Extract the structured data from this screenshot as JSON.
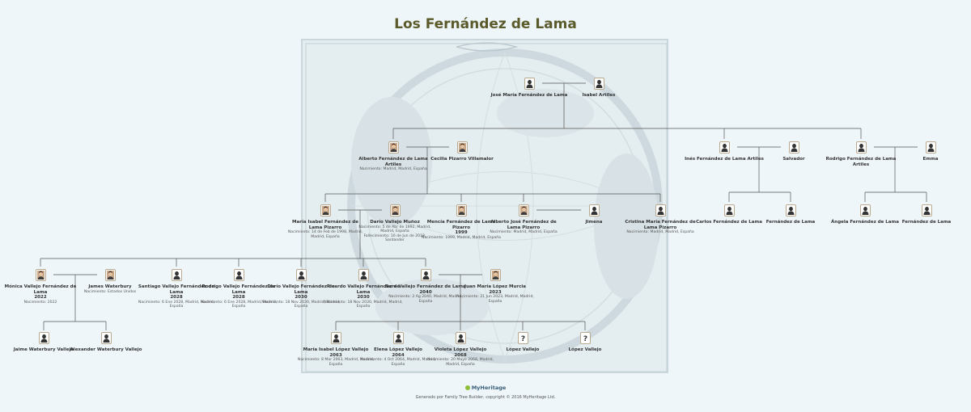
{
  "title": "Los Fernández de Lama",
  "brand": "MyHeritage",
  "credit": "Generado por Family Tree Builder, copyright © 2016 MyHeritage Ltd.",
  "colors": {
    "background": "#eef6fa",
    "line": "#555555",
    "title": "#5a5a2a",
    "frame": "#b9a98e"
  },
  "people": [
    {
      "id": "jose",
      "name": "José María Fernández de Lama",
      "details": "",
      "icon": "silhouette-icon"
    },
    {
      "id": "isabel",
      "name": "Isabel Artiles",
      "details": "",
      "icon": "silhouette-icon"
    },
    {
      "id": "alberto",
      "name": "Alberto Fernández de Lama Artiles",
      "details": "Nacimiento: Madrid, Madrid, España",
      "icon": "photo-icon"
    },
    {
      "id": "cecilia",
      "name": "Cecilia Pizarro Villamalor",
      "details": "",
      "icon": "photo-icon"
    },
    {
      "id": "ines",
      "name": "Inés Fernández de Lama Artiles",
      "details": "",
      "icon": "silhouette-icon"
    },
    {
      "id": "salvador",
      "name": "Salvador",
      "details": "",
      "icon": "silhouette-icon"
    },
    {
      "id": "rodrigo",
      "name": "Rodrigo Fernández de Lama Artiles",
      "details": "",
      "icon": "silhouette-icon"
    },
    {
      "id": "emma",
      "name": "Emma",
      "details": "",
      "icon": "silhouette-icon"
    },
    {
      "id": "mariaisabel",
      "name": "María Isabel Fernández de Lama Pizarro",
      "details": "Nacimiento: 14 de Feb de 1998, Madrid, Madrid, España",
      "icon": "photo-icon"
    },
    {
      "id": "dario",
      "name": "Darío Vallejo Muñoz",
      "details": "Nacimiento: 5 de Abr de 1992, Madrid, Madrid, España\nFallecimiento: 16 de Jun de 2018, Santander",
      "icon": "photo-icon"
    },
    {
      "id": "mencia",
      "name": "Mencía Fernández de Lama Pizarro\n1999",
      "details": "Nacimiento: 1999, Madrid, Madrid, España",
      "icon": "photo-icon"
    },
    {
      "id": "albertojose",
      "name": "Alberto José Fernández de Lama Pizarro",
      "details": "Nacimiento: Madrid, Madrid, España",
      "icon": "photo-icon"
    },
    {
      "id": "jimena",
      "name": "Jimena",
      "details": "",
      "icon": "silhouette-icon"
    },
    {
      "id": "cristina",
      "name": "Cristina María Fernández de Lama Pizarro",
      "details": "Nacimiento: Madrid, Madrid, España",
      "icon": "silhouette-icon"
    },
    {
      "id": "carlos",
      "name": "Carlos Fernández de Lama",
      "details": "",
      "icon": "silhouette-icon"
    },
    {
      "id": "fdl1",
      "name": "Fernández de Lama",
      "details": "",
      "icon": "silhouette-icon"
    },
    {
      "id": "angela",
      "name": "Ángela Fernández de Lama",
      "details": "",
      "icon": "silhouette-icon"
    },
    {
      "id": "fdl2",
      "name": "Fernández de Lama",
      "details": "",
      "icon": "silhouette-icon"
    },
    {
      "id": "monica",
      "name": "Mónica Vallejo Fernández de Lama\n2022",
      "details": "Nacimiento: 2022",
      "icon": "photo-icon"
    },
    {
      "id": "james",
      "name": "James Waterbury",
      "details": "Nacimiento: Estados Unidos",
      "icon": "photo-icon"
    },
    {
      "id": "santiago",
      "name": "Santiago Vallejo Fernández de Lama\n2028",
      "details": "Nacimiento: 6 Ene 2028, Madrid, Madrid, España",
      "icon": "silhouette-icon"
    },
    {
      "id": "rodrigov",
      "name": "Rodrigo Vallejo Fernández de Lama\n2028",
      "details": "Nacimiento: 6 Ene 2028, Madrid, Madrid, España",
      "icon": "silhouette-icon"
    },
    {
      "id": "dariov",
      "name": "Darío Vallejo Fernández de Lama\n2030",
      "details": "Nacimiento: 18 Nov 2030, Madrid, Madrid, España",
      "icon": "silhouette-icon"
    },
    {
      "id": "ricardo",
      "name": "Ricardo Vallejo Fernández de Lama\n2030",
      "details": "Nacimiento: 18 Nov 2030, Madrid, Madrid, España",
      "icon": "silhouette-icon"
    },
    {
      "id": "sara",
      "name": "Sara Vallejo Fernández de Lama\n2040",
      "details": "Nacimiento: 2 Ag 2040, Madrid, Madrid, España",
      "icon": "silhouette-icon"
    },
    {
      "id": "juanmaria",
      "name": "Juan María López Murcia\n2023",
      "details": "Nacimiento: 21 Jun 2023, Madrid, Madrid, España",
      "icon": "photo-icon"
    },
    {
      "id": "jaime",
      "name": "Jaime Waterbury Vallejo",
      "details": "",
      "icon": "silhouette-icon"
    },
    {
      "id": "alexander",
      "name": "Alexander Waterbury Vallejo",
      "details": "",
      "icon": "silhouette-icon"
    },
    {
      "id": "mariaisabell",
      "name": "María Isabel López Vallejo\n2063",
      "details": "Nacimiento: 8 Mar 2063, Madrid, Madrid, España",
      "icon": "silhouette-icon"
    },
    {
      "id": "elena",
      "name": "Elena López Vallejo\n2064",
      "details": "Nacimiento: 4 Oct 2064, Madrid, Madrid, España",
      "icon": "silhouette-icon"
    },
    {
      "id": "violeta",
      "name": "Violeta López Vallejo\n2068",
      "details": "Nacimiento: 20 Mayo 2068, Madrid, Madrid, España",
      "icon": "silhouette-icon"
    },
    {
      "id": "lopez1",
      "name": "López Vallejo",
      "details": "",
      "icon": "unknown-icon"
    },
    {
      "id": "lopez2",
      "name": "López Vallejo",
      "details": "",
      "icon": "unknown-icon"
    }
  ]
}
